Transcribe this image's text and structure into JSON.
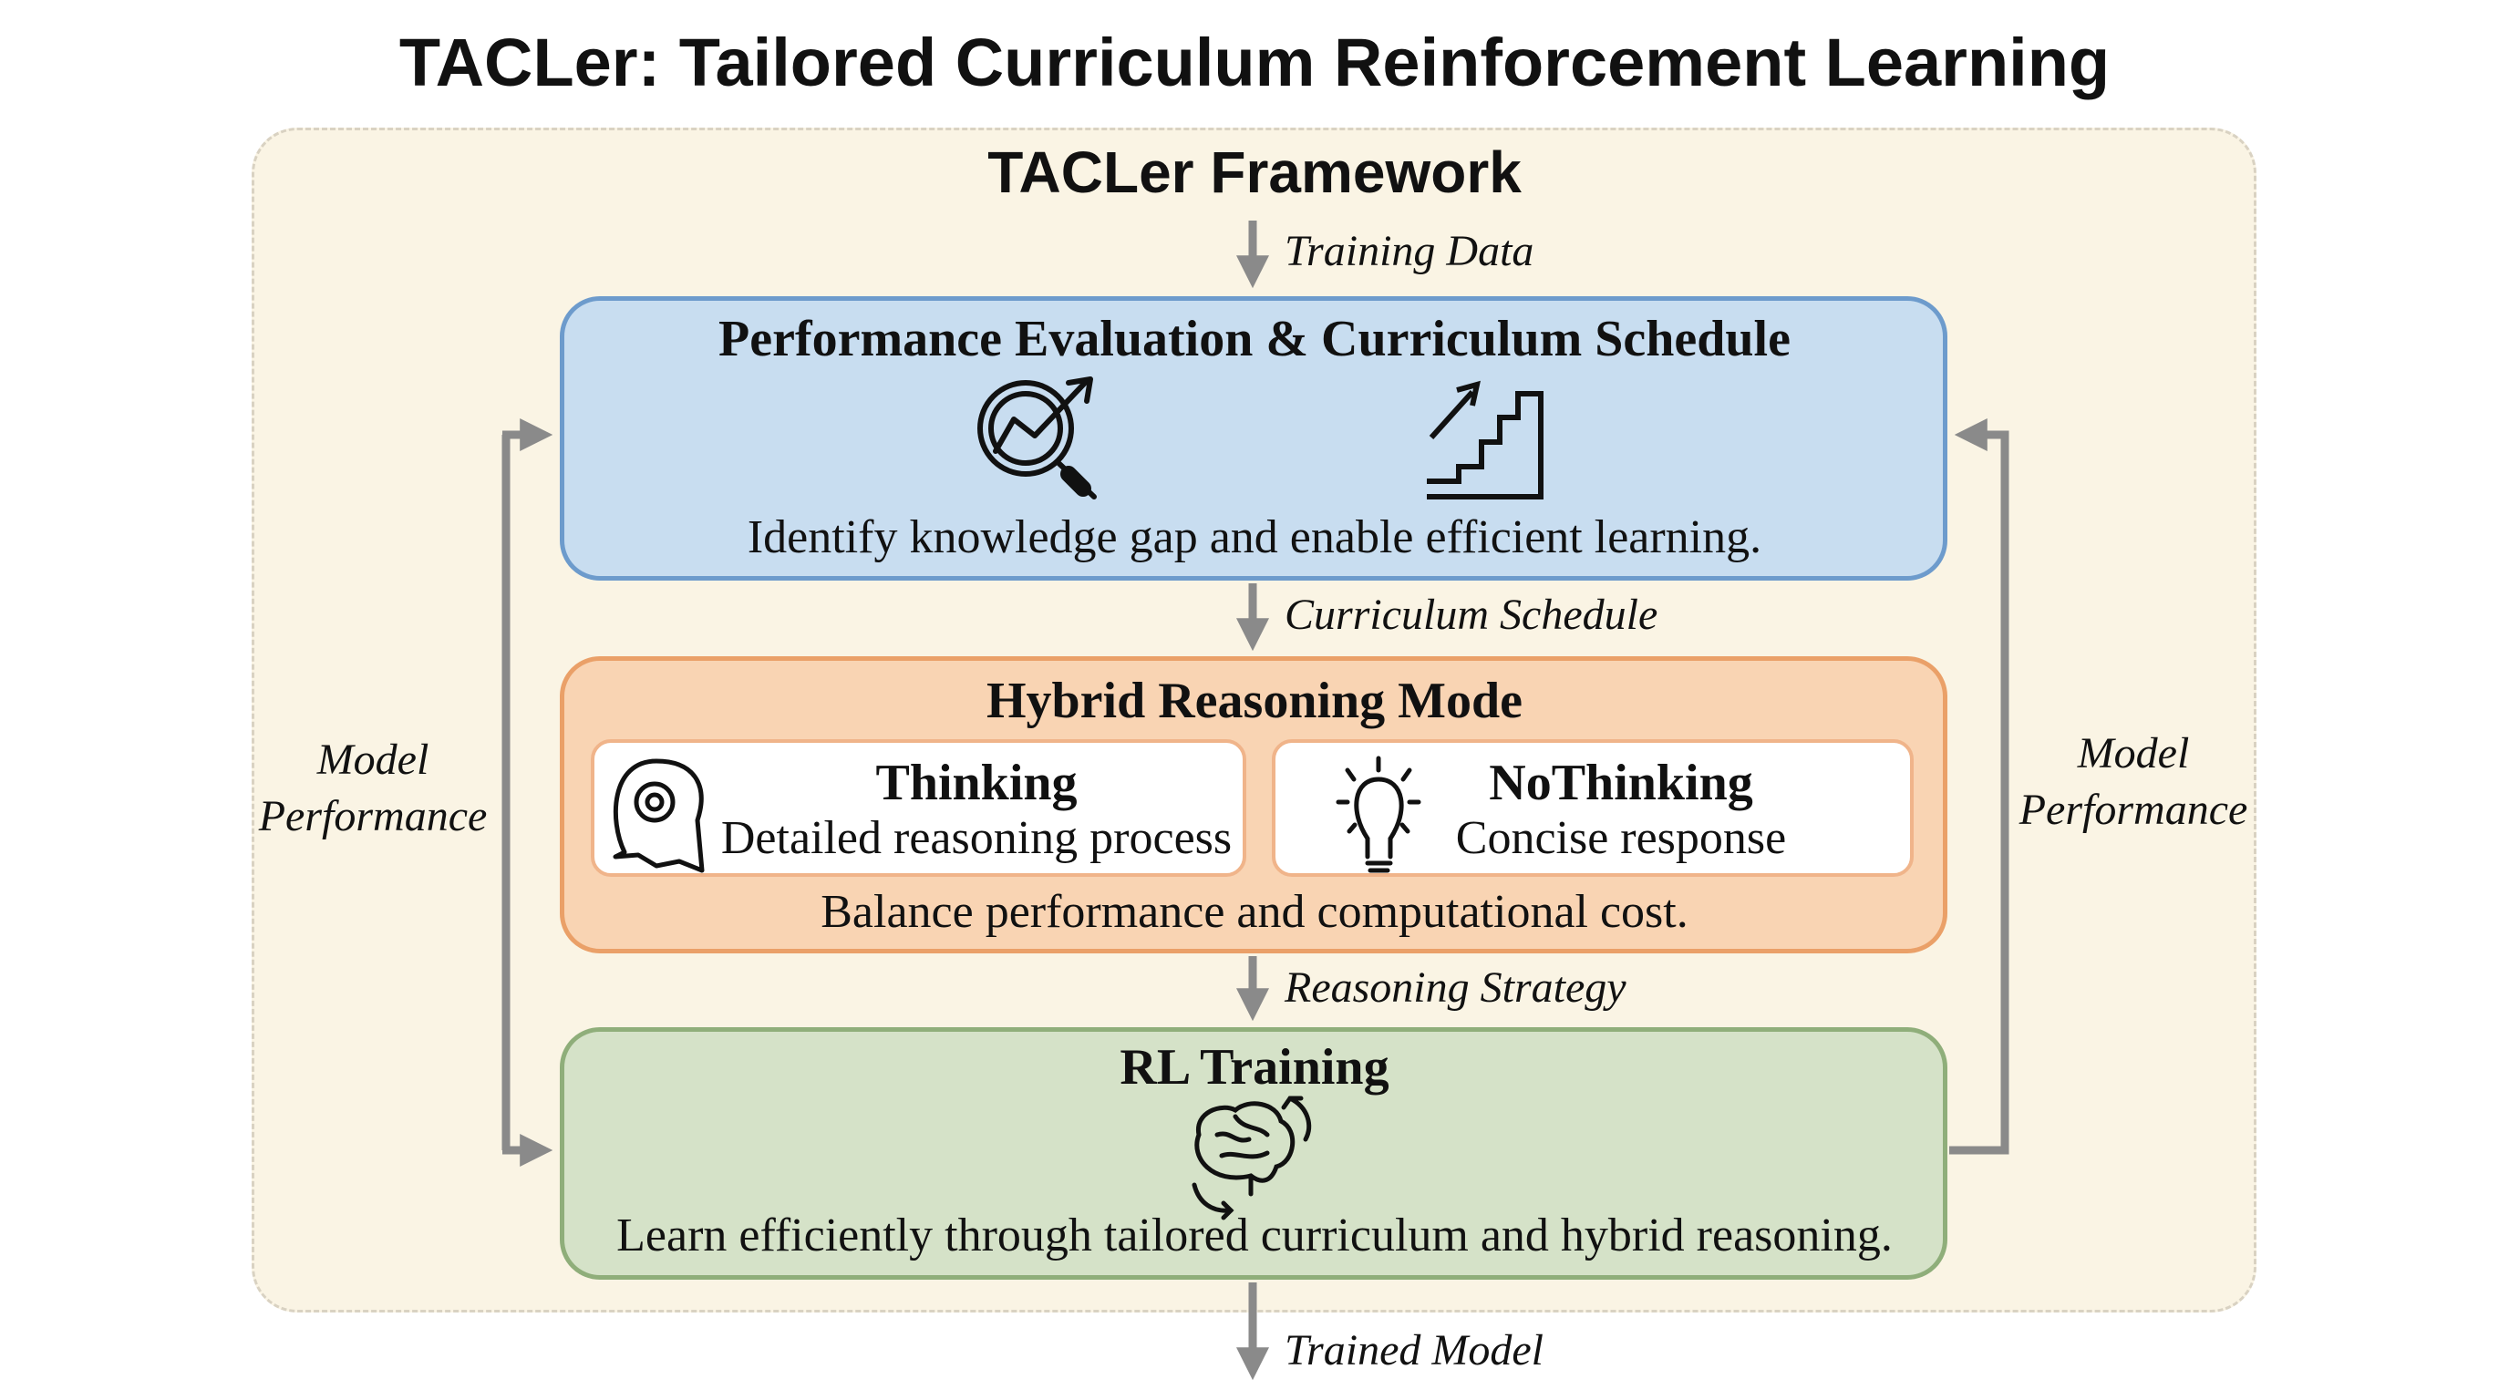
{
  "title": "TACLer: Tailored Curriculum Reinforcement Learning",
  "framework_title": "TACLer Framework",
  "flows": {
    "training_data": "Training Data",
    "curriculum_schedule": "Curriculum Schedule",
    "reasoning_strategy": "Reasoning Strategy",
    "trained_model": "Trained Model"
  },
  "feedback": {
    "left": [
      "Model",
      "Performance"
    ],
    "right": [
      "Model",
      "Performance"
    ]
  },
  "evaluation": {
    "title": "Performance Evaluation & Curriculum Schedule",
    "description": "Identify knowledge gap and enable efficient learning.",
    "icons": [
      "magnifier-chart-icon",
      "stairs-arrow-icon"
    ]
  },
  "hybrid": {
    "title": "Hybrid Reasoning Mode",
    "modes": [
      {
        "name": "Thinking",
        "description": "Detailed reasoning process",
        "icon": "gear-speech-icon"
      },
      {
        "name": "NoThinking",
        "description": "Concise response",
        "icon": "lightbulb-icon"
      }
    ],
    "description": "Balance performance and computational cost."
  },
  "rl": {
    "title": "RL Training",
    "description": "Learn efficiently through tailored curriculum and hybrid reasoning.",
    "icon": "brain-cycle-icon"
  },
  "colors": {
    "blue_fill": "#c8ddf0",
    "blue_border": "#6d9bcc",
    "orange_fill": "#f9d4b3",
    "orange_border": "#eaa068",
    "green_fill": "#d5e2c8",
    "green_border": "#8fae7a",
    "arrow": "#8a8a8a",
    "background": "#faf4e4"
  }
}
